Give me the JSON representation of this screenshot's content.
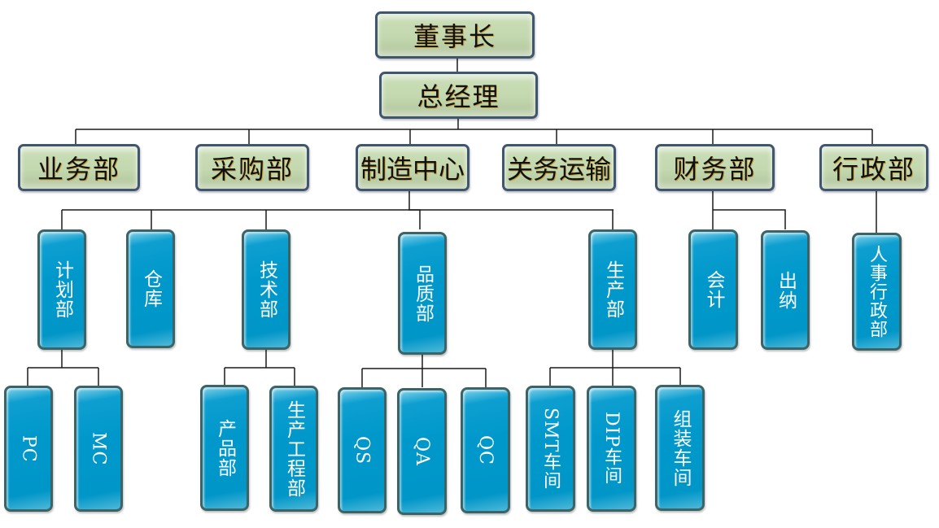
{
  "diagram": {
    "type": "org-chart",
    "root": "董事长",
    "colors": {
      "top_box_fill": "#c6dab2",
      "top_box_border": "#3f5570",
      "dept_box_fill": "#0098cb",
      "dept_box_border": "#3c6466",
      "connector": "#000000"
    },
    "nodes": {
      "chairman": "董事长",
      "gm": "总经理",
      "sales": "业务部",
      "purchasing": "采购部",
      "manufacturing": "制造中心",
      "customs": "关务运输",
      "finance": "财务部",
      "admin": "行政部",
      "planning": "计划部",
      "warehouse": "仓库",
      "technical": "技术部",
      "quality": "品质部",
      "production": "生产部",
      "accounting": "会计",
      "cashier": "出纳",
      "hr_admin": "人事行政部",
      "pc": "PC",
      "mc": "MC",
      "product": "产品部",
      "prod_eng": "生产工程部",
      "qs": "QS",
      "qa": "QA",
      "qc": "QC",
      "smt": "SMT车间",
      "dip": "DIP车间",
      "assembly": "组装车间"
    },
    "edges": [
      [
        "chairman",
        "gm"
      ],
      [
        "gm",
        "sales"
      ],
      [
        "gm",
        "purchasing"
      ],
      [
        "gm",
        "manufacturing"
      ],
      [
        "gm",
        "customs"
      ],
      [
        "gm",
        "finance"
      ],
      [
        "gm",
        "admin"
      ],
      [
        "manufacturing",
        "planning"
      ],
      [
        "manufacturing",
        "warehouse"
      ],
      [
        "manufacturing",
        "technical"
      ],
      [
        "manufacturing",
        "quality"
      ],
      [
        "manufacturing",
        "production"
      ],
      [
        "finance",
        "accounting"
      ],
      [
        "finance",
        "cashier"
      ],
      [
        "admin",
        "hr_admin"
      ],
      [
        "planning",
        "pc"
      ],
      [
        "planning",
        "mc"
      ],
      [
        "technical",
        "product"
      ],
      [
        "technical",
        "prod_eng"
      ],
      [
        "quality",
        "qs"
      ],
      [
        "quality",
        "qa"
      ],
      [
        "quality",
        "qc"
      ],
      [
        "production",
        "smt"
      ],
      [
        "production",
        "dip"
      ],
      [
        "production",
        "assembly"
      ]
    ]
  }
}
